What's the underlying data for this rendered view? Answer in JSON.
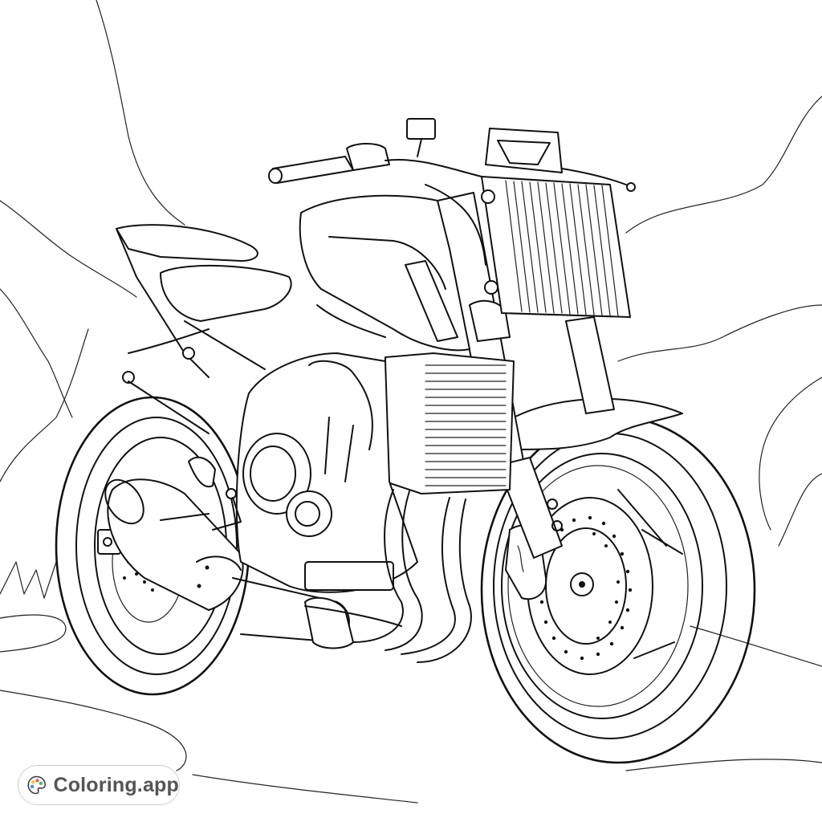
{
  "illustration": {
    "subject": "Naked sport motorcycle coloring page",
    "style": "black line art on white",
    "background_elements": [
      "mountains",
      "road",
      "grass tufts"
    ],
    "colors": {
      "line": "#111111",
      "background": "#ffffff"
    }
  },
  "watermark": {
    "brand": "Coloring.app",
    "icon": "palette-icon",
    "icon_colors": {
      "yellow": "#F5C542",
      "red": "#E8646A",
      "blue": "#4A8FE7",
      "green": "#4CB869"
    },
    "border_color": "#cfcfcf",
    "text_color": "#555555"
  }
}
